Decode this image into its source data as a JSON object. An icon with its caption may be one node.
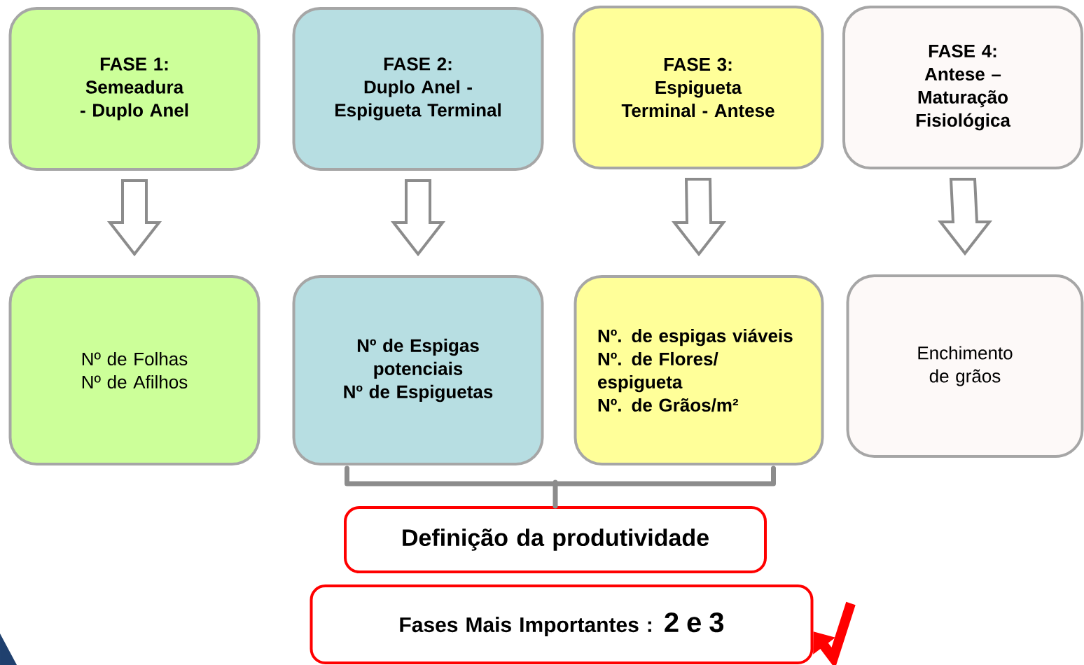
{
  "diagram": {
    "nodes": [
      {
        "text": [
          "FASE 1:",
          "Semeadura - Duplo Anel"
        ]
      },
      {
        "text": [
          "FASE 2:",
          "Duplo Anel - Espigueta Terminal"
        ]
      },
      {
        "text": [
          "FASE 3:",
          "Espigueta Terminal - Antese"
        ]
      },
      {
        "text": [
          "FASE 4:",
          "Antese – Maturação Fisiológica"
        ]
      },
      {
        "text": [
          "Nº de Folhas",
          "Nº de Afilhos"
        ]
      },
      {
        "text": [
          "Nº de Espigas potenciais",
          "Nº de Espiguetas"
        ]
      },
      {
        "text": [
          "Nº. de espigas viáveis",
          "Nº. de Flores/ espigueta",
          "Nº. de Grãos/m²"
        ]
      },
      {
        "text": [
          "Enchimento de grãos"
        ]
      },
      {
        "text": [
          "Definição da produtividade"
        ]
      },
      {
        "text": [
          "Fases Mais Importantes :",
          "2 e 3"
        ]
      }
    ],
    "edges": [
      {
        "from": 0,
        "to": 4,
        "arrow": "to"
      },
      {
        "from": 1,
        "to": 5,
        "arrow": "to"
      },
      {
        "from": 2,
        "to": 6,
        "arrow": "to"
      },
      {
        "from": 3,
        "to": 7,
        "arrow": "to"
      },
      {
        "from": 5,
        "to": 8,
        "arrow": "none"
      },
      {
        "from": 6,
        "to": 8,
        "arrow": "none"
      },
      {
        "from": null,
        "to": 9,
        "arrow": "to",
        "style": "thick",
        "color": "#ff0000"
      }
    ]
  }
}
